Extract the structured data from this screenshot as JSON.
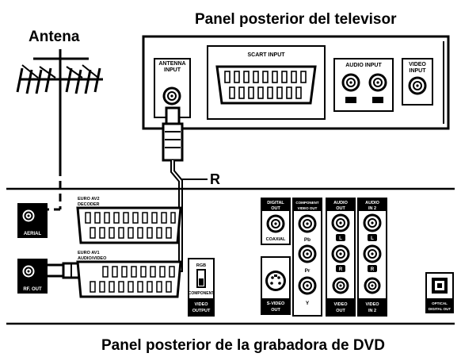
{
  "title_tv": "Panel posterior del televisor",
  "title_antenna": "Antena",
  "title_dvd": "Panel posterior de la grabadora de DVD",
  "cable_label": "R",
  "tv": {
    "antenna_input": [
      "ANTENNA",
      "INPUT"
    ],
    "scart_input": "SCART INPUT",
    "audio_input": "AUDIO INPUT",
    "video_input": [
      "VIDEO",
      "INPUT"
    ]
  },
  "dvd": {
    "aerial": "AERIAL",
    "rf_out": "RF. OUT",
    "euro_av2": [
      "EURO AV2",
      "DECODER"
    ],
    "euro_av1": [
      "EURO AV1",
      "AUDIO/VIDEO"
    ],
    "rgb": "RGB",
    "component": "COMPONENT",
    "video_output": [
      "VIDEO",
      "OUTPUT"
    ],
    "digital_out": [
      "DIGITAL",
      "OUT"
    ],
    "coaxial": "COAXIAL",
    "component_video_out": [
      "COMPONENT",
      "VIDEO OUT"
    ],
    "pb": "Pb",
    "pr": "Pr",
    "y": "Y",
    "audio_out": [
      "AUDIO",
      "OUT"
    ],
    "audio_in2": [
      "AUDIO",
      "IN 2"
    ],
    "l": "L",
    "r": "R",
    "svideo_out": [
      "S-VIDEO",
      "OUT"
    ],
    "video_out": [
      "VIDEO",
      "OUT"
    ],
    "video_in2": [
      "VIDEO",
      "IN 2"
    ],
    "optical": [
      "OPTICAL",
      "DIGITAL OUT"
    ]
  }
}
